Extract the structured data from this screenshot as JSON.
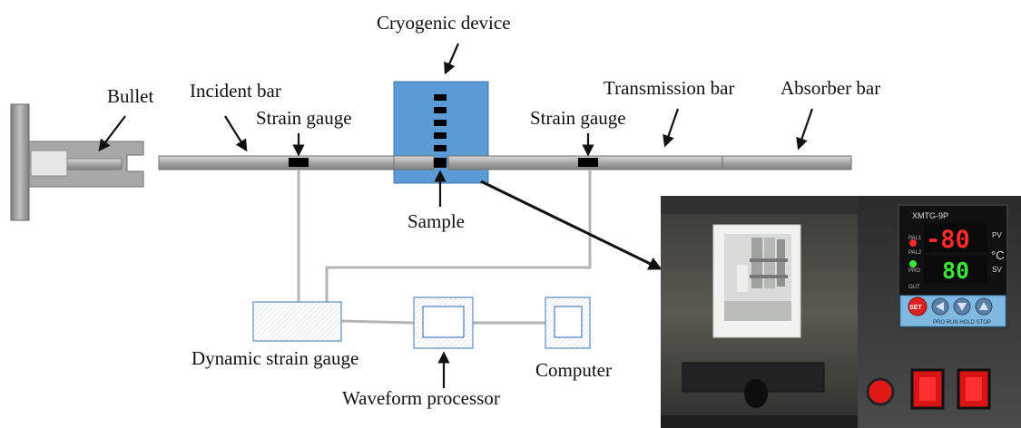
{
  "labels": {
    "cryogenic_device": "Cryogenic device",
    "bullet": "Bullet",
    "incident_bar": "Incident bar",
    "strain_gauge_left": "Strain gauge",
    "strain_gauge_right": "Strain gauge",
    "transmission_bar": "Transmission bar",
    "absorber_bar": "Absorber bar",
    "sample": "Sample",
    "dynamic_strain_gauge": "Dynamic strain gauge",
    "waveform_processor": "Waveform processor",
    "computer": "Computer"
  },
  "controller": {
    "model": "XMTG-9P",
    "pv_value": "-80",
    "sv_value": "80",
    "pv_label": "PV",
    "sv_label": "SV",
    "unit": "°C",
    "indicators": [
      "PAL1",
      "PAL2",
      "PRO",
      "OUT"
    ],
    "set_label": "SET",
    "key_labels": "PRO RUN HOLD STOP"
  },
  "colors": {
    "cryo_device": "#5b9bd5",
    "bar": "#a6a6a6",
    "wire": "#b4b4b4",
    "box_border": "#4a7cc0",
    "pv_digits": "#ff2a2a",
    "sv_digits": "#39e639"
  }
}
